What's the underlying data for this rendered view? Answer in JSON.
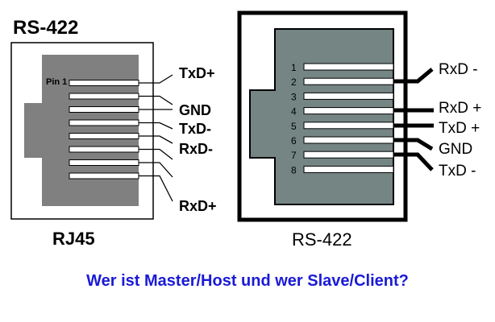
{
  "left": {
    "title": "RS-422",
    "caption": "RJ45",
    "pin_label": "Pin 1",
    "signals": [
      {
        "label": "TxD+"
      },
      {
        "label": "GND"
      },
      {
        "label": "TxD-"
      },
      {
        "label": "RxD-"
      },
      {
        "label": "RxD+"
      }
    ]
  },
  "right": {
    "caption": "RS-422",
    "pin_numbers": [
      "1",
      "2",
      "3",
      "4",
      "5",
      "6",
      "7",
      "8"
    ],
    "signals": [
      {
        "label": "RxD -"
      },
      {
        "label": "RxD +"
      },
      {
        "label": "TxD +"
      },
      {
        "label": "GND"
      },
      {
        "label": "TxD -"
      }
    ]
  },
  "question": "Wer ist Master/Host und wer Slave/Client?",
  "colors": {
    "connector_gray": "#808080",
    "right_connector_gray": "#748584",
    "question_blue": "#1a1ad6"
  }
}
